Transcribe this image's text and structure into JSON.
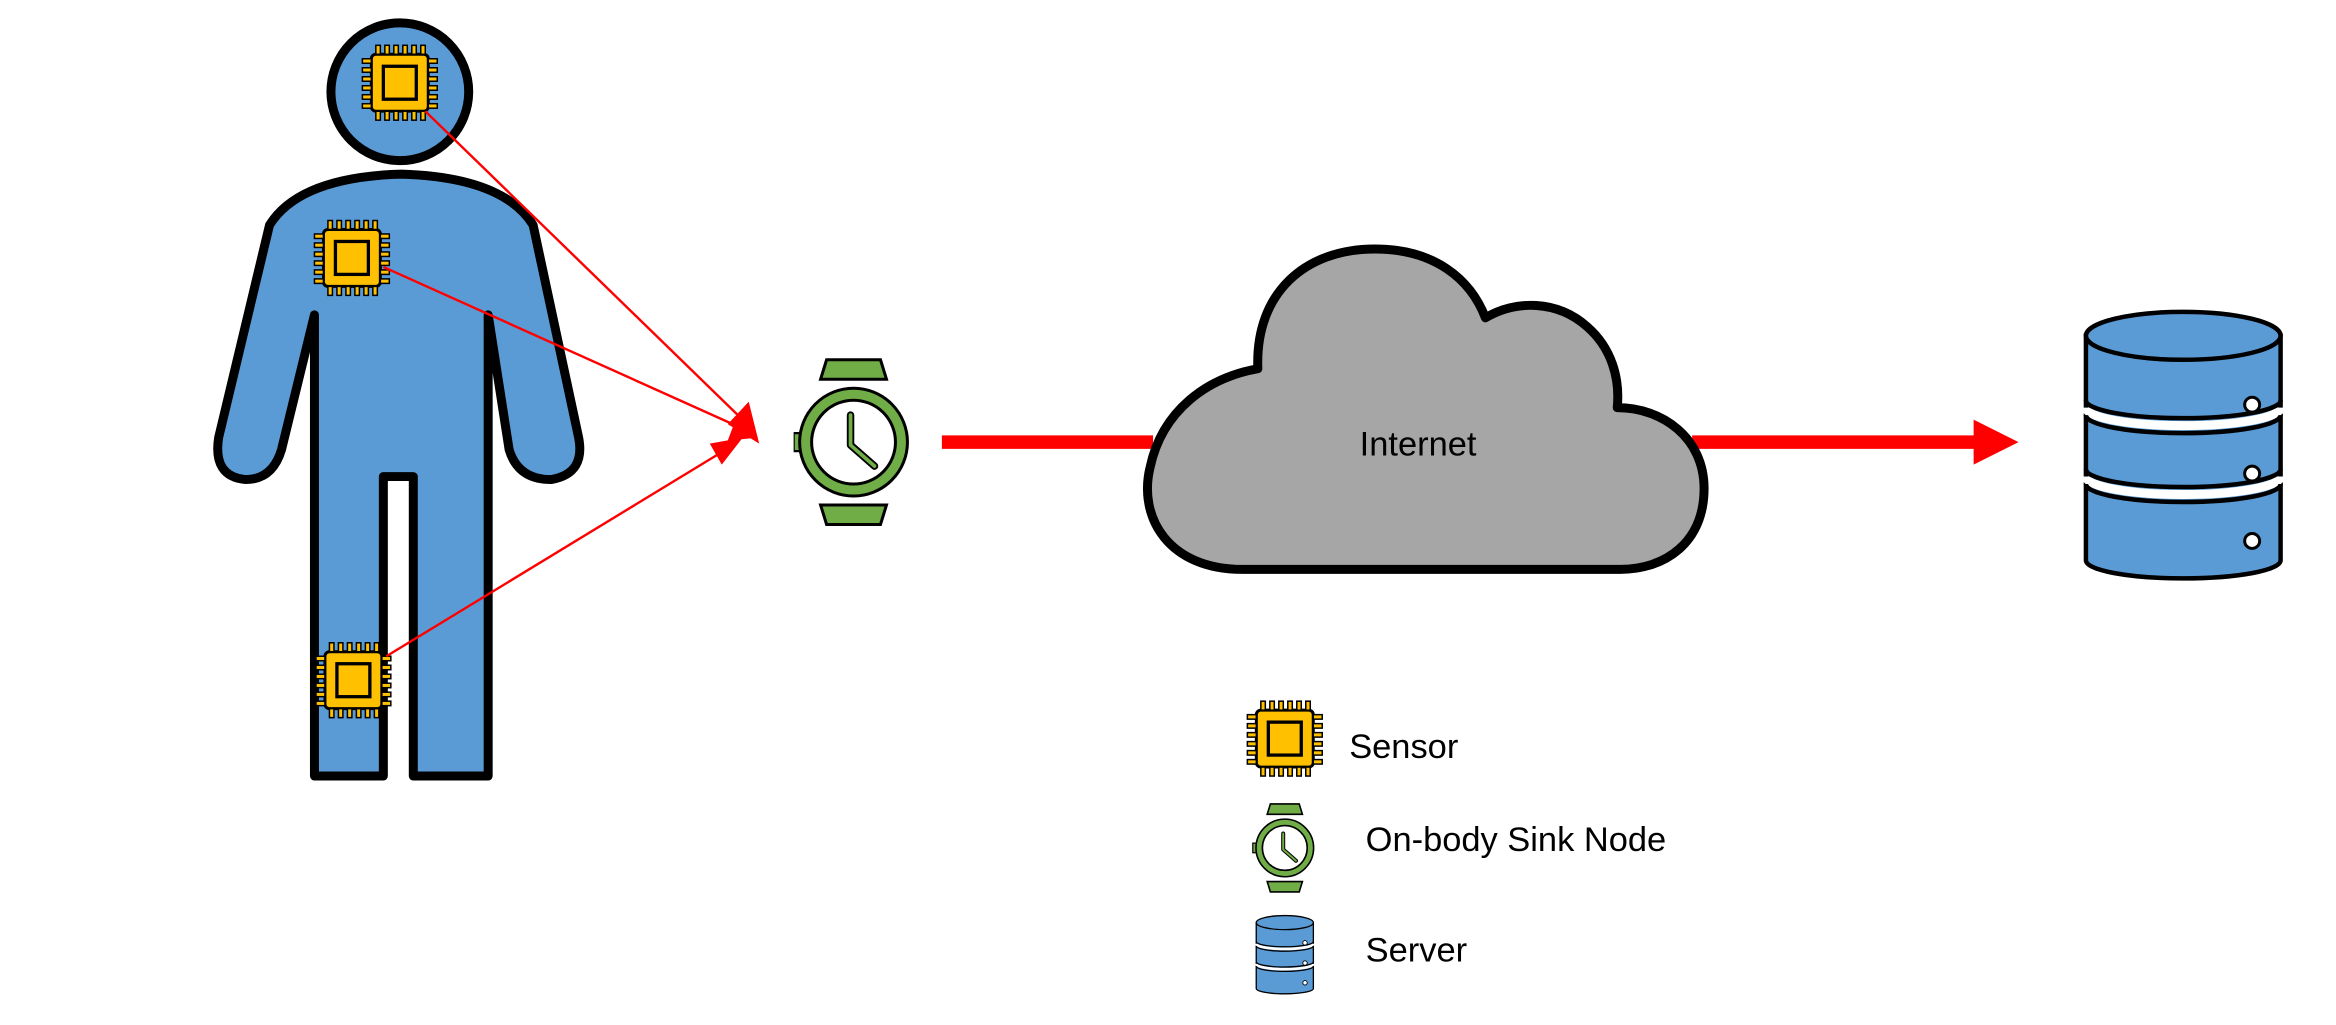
{
  "colors": {
    "body": "#5B9BD5",
    "outline": "#000000",
    "sensor_fill": "#FFC000",
    "sensor_dark": "#7F6000",
    "watch_band": "#70AD47",
    "cloud": "#A6A6A6",
    "server": "#5B9BD5",
    "link": "#FF0000",
    "wireless": "#FF0000"
  },
  "diagram": {
    "cloud_label": "Internet"
  },
  "legend": {
    "items": [
      {
        "icon": "sensor-icon",
        "label": "Sensor"
      },
      {
        "icon": "watch-icon",
        "label": "On-body Sink Node"
      },
      {
        "icon": "server-icon",
        "label": "Server"
      }
    ]
  }
}
